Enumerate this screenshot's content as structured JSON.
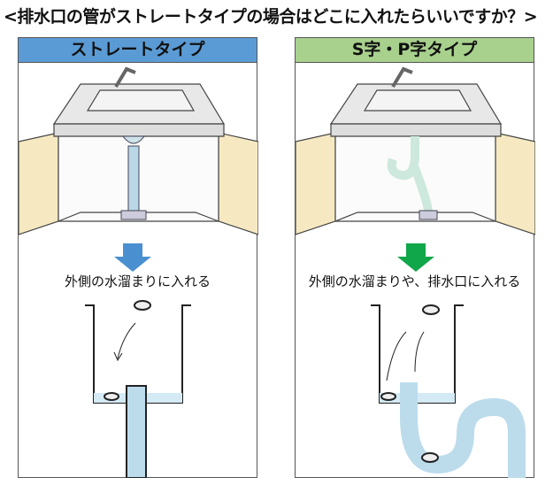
{
  "title": "<排水口の管がストレートタイプの場合はどこに入れたらいいですか？>",
  "panels": [
    {
      "header": "ストレートタイプ",
      "caption": "外側の水溜まりに入れる",
      "header_color": "#5b9bd5",
      "arrow_color": "#4a8fd0"
    },
    {
      "header": "S字・P字タイプ",
      "caption": "外側の水溜まりや、排水口に入れる",
      "header_color": "#a9d18e",
      "arrow_color": "#10a64a"
    }
  ]
}
